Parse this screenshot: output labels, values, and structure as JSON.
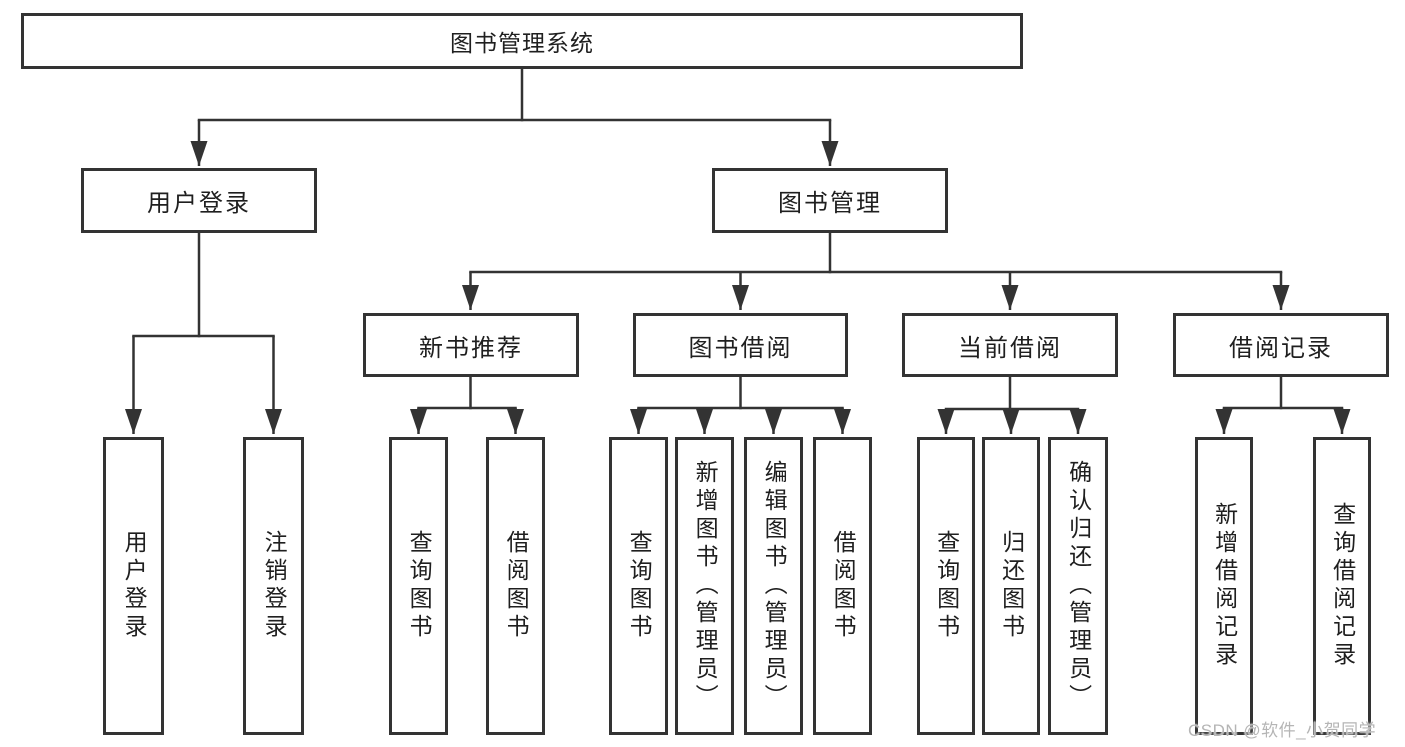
{
  "colors": {
    "line": "#333333",
    "text": "#1f1f1f",
    "watermark": "#b5b5b5",
    "background": "#ffffff"
  },
  "watermark": "CSDN @软件_小贺同学",
  "tree": {
    "root": {
      "label": "图书管理系统"
    },
    "branches": [
      {
        "label": "用户登录",
        "children": [
          {
            "label": "用户登录"
          },
          {
            "label": "注销登录"
          }
        ]
      },
      {
        "label": "图书管理",
        "children": [
          {
            "label": "新书推荐",
            "children": [
              {
                "label": "查询图书"
              },
              {
                "label": "借阅图书"
              }
            ]
          },
          {
            "label": "图书借阅",
            "children": [
              {
                "label": "查询图书"
              },
              {
                "label": "新增图书（管理员）"
              },
              {
                "label": "编辑图书（管理员）"
              },
              {
                "label": "借阅图书"
              }
            ]
          },
          {
            "label": "当前借阅",
            "children": [
              {
                "label": "查询图书"
              },
              {
                "label": "归还图书"
              },
              {
                "label": "确认归还（管理员）"
              }
            ]
          },
          {
            "label": "借阅记录",
            "children": [
              {
                "label": "新增借阅记录"
              },
              {
                "label": "查询借阅记录"
              }
            ]
          }
        ]
      }
    ]
  }
}
